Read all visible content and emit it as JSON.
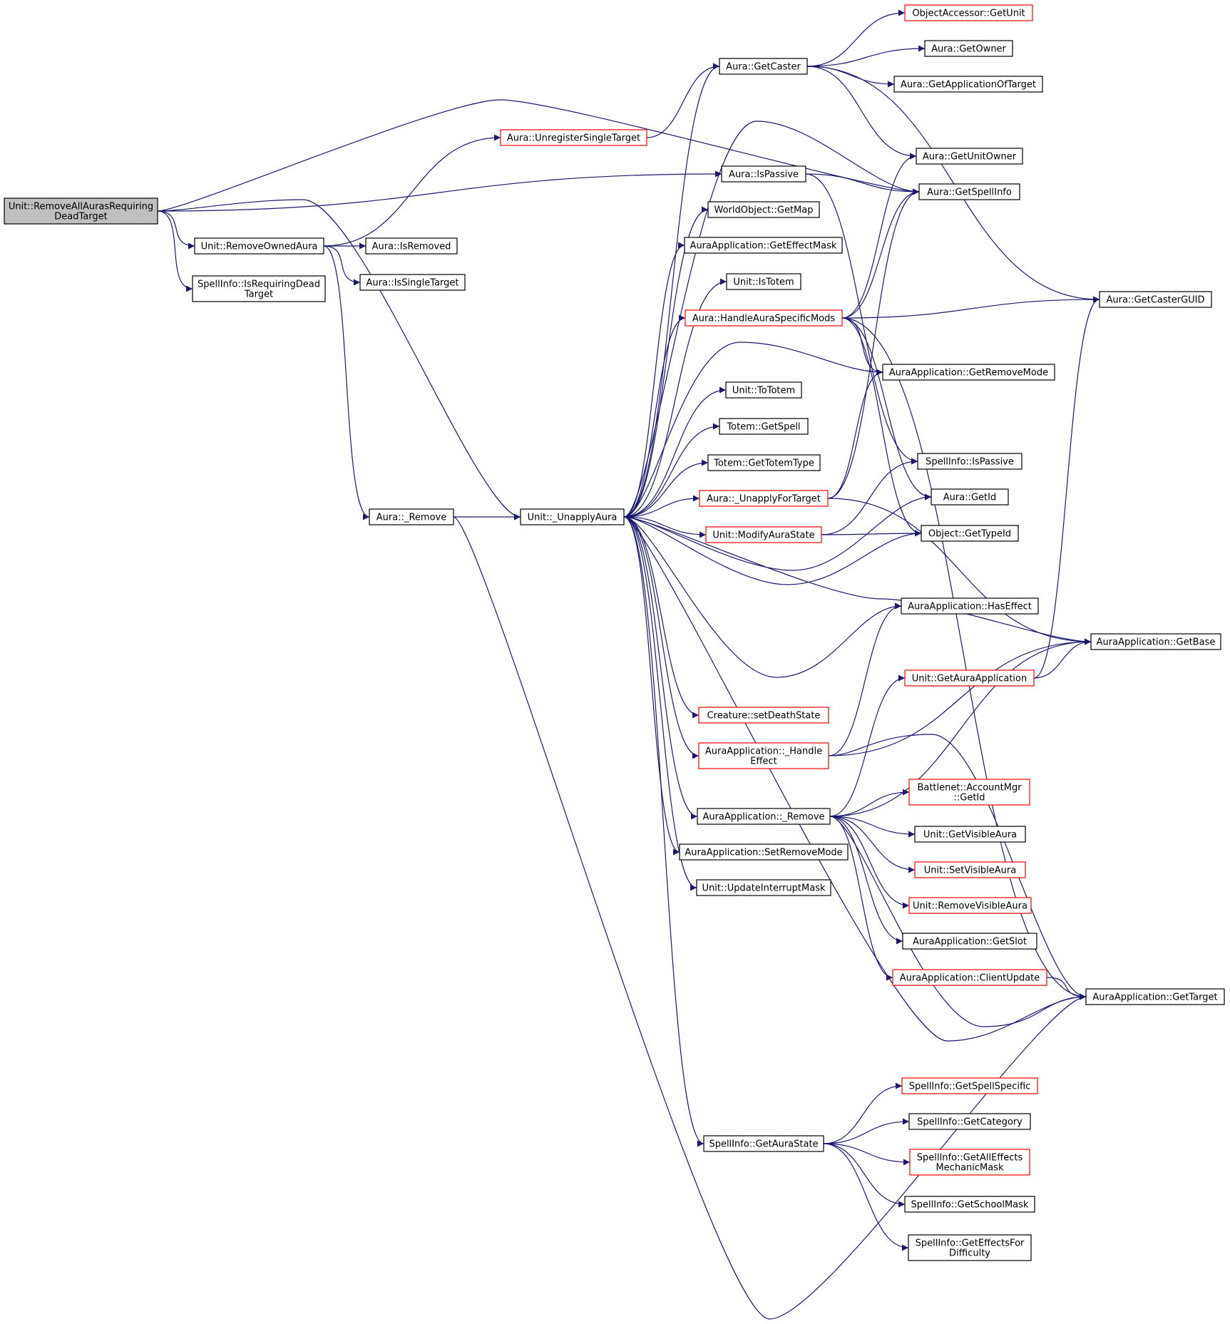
{
  "colors": {
    "edge": "#191970",
    "border": "#000000",
    "red_border": "#ff0000",
    "root_fill": "#bfbfbf",
    "fill": "#ffffff"
  },
  "nodes": [
    {
      "id": "root",
      "lines": [
        "Unit::RemoveAllAurasRequiring",
        "DeadTarget"
      ],
      "style": "root"
    },
    {
      "id": "removeOwnedAura",
      "lines": [
        "Unit::RemoveOwnedAura"
      ],
      "style": "normal"
    },
    {
      "id": "isRequiringDeadTarget",
      "lines": [
        "SpellInfo::IsRequiringDead",
        "Target"
      ],
      "style": "normal"
    },
    {
      "id": "unregisterSingleTarget",
      "lines": [
        "Aura::UnregisterSingleTarget"
      ],
      "style": "red"
    },
    {
      "id": "isRemoved",
      "lines": [
        "Aura::IsRemoved"
      ],
      "style": "normal"
    },
    {
      "id": "isSingleTarget",
      "lines": [
        "Aura::IsSingleTarget"
      ],
      "style": "normal"
    },
    {
      "id": "auraRemove",
      "lines": [
        "Aura::_Remove"
      ],
      "style": "normal"
    },
    {
      "id": "unapplyAura",
      "lines": [
        "Unit::_UnapplyAura"
      ],
      "style": "normal"
    },
    {
      "id": "getCaster",
      "lines": [
        "Aura::GetCaster"
      ],
      "style": "normal"
    },
    {
      "id": "isPassive",
      "lines": [
        "Aura::IsPassive"
      ],
      "style": "normal"
    },
    {
      "id": "getMap",
      "lines": [
        "WorldObject::GetMap"
      ],
      "style": "normal"
    },
    {
      "id": "getEffectMask",
      "lines": [
        "AuraApplication::GetEffectMask"
      ],
      "style": "normal"
    },
    {
      "id": "isTotem",
      "lines": [
        "Unit::IsTotem"
      ],
      "style": "normal"
    },
    {
      "id": "handleAuraSpecificMods",
      "lines": [
        "Aura::HandleAuraSpecificMods"
      ],
      "style": "red"
    },
    {
      "id": "toTotem",
      "lines": [
        "Unit::ToTotem"
      ],
      "style": "normal"
    },
    {
      "id": "totemGetSpell",
      "lines": [
        "Totem::GetSpell"
      ],
      "style": "normal"
    },
    {
      "id": "getTotemType",
      "lines": [
        "Totem::GetTotemType"
      ],
      "style": "normal"
    },
    {
      "id": "unapplyForTarget",
      "lines": [
        "Aura::_UnapplyForTarget"
      ],
      "style": "red"
    },
    {
      "id": "modifyAuraState",
      "lines": [
        "Unit::ModifyAuraState"
      ],
      "style": "red"
    },
    {
      "id": "setDeathState",
      "lines": [
        "Creature::setDeathState"
      ],
      "style": "red"
    },
    {
      "id": "handleEffect",
      "lines": [
        "AuraApplication::_Handle",
        "Effect"
      ],
      "style": "red"
    },
    {
      "id": "appRemove",
      "lines": [
        "AuraApplication::_Remove"
      ],
      "style": "normal"
    },
    {
      "id": "setRemoveMode",
      "lines": [
        "AuraApplication::SetRemoveMode"
      ],
      "style": "normal"
    },
    {
      "id": "updateInterruptMask",
      "lines": [
        "Unit::UpdateInterruptMask"
      ],
      "style": "normal"
    },
    {
      "id": "getAuraState",
      "lines": [
        "SpellInfo::GetAuraState"
      ],
      "style": "normal"
    },
    {
      "id": "objGetUnit",
      "lines": [
        "ObjectAccessor::GetUnit"
      ],
      "style": "red"
    },
    {
      "id": "getOwner",
      "lines": [
        "Aura::GetOwner"
      ],
      "style": "normal"
    },
    {
      "id": "getApplicationOfTarget",
      "lines": [
        "Aura::GetApplicationOfTarget"
      ],
      "style": "normal"
    },
    {
      "id": "getUnitOwner",
      "lines": [
        "Aura::GetUnitOwner"
      ],
      "style": "normal"
    },
    {
      "id": "getSpellInfo",
      "lines": [
        "Aura::GetSpellInfo"
      ],
      "style": "normal"
    },
    {
      "id": "getRemoveMode",
      "lines": [
        "AuraApplication::GetRemoveMode"
      ],
      "style": "normal"
    },
    {
      "id": "spellIsPassive",
      "lines": [
        "SpellInfo::IsPassive"
      ],
      "style": "normal"
    },
    {
      "id": "auraGetId",
      "lines": [
        "Aura::GetId"
      ],
      "style": "normal"
    },
    {
      "id": "getTypeId",
      "lines": [
        "Object::GetTypeId"
      ],
      "style": "normal"
    },
    {
      "id": "hasEffect",
      "lines": [
        "AuraApplication::HasEffect"
      ],
      "style": "normal"
    },
    {
      "id": "getAuraApplication",
      "lines": [
        "Unit::GetAuraApplication"
      ],
      "style": "red"
    },
    {
      "id": "accountMgrGetId",
      "lines": [
        "Battlenet::AccountMgr",
        "::GetId"
      ],
      "style": "red"
    },
    {
      "id": "getVisibleAura",
      "lines": [
        "Unit::GetVisibleAura"
      ],
      "style": "normal"
    },
    {
      "id": "setVisibleAura",
      "lines": [
        "Unit::SetVisibleAura"
      ],
      "style": "red"
    },
    {
      "id": "removeVisibleAura",
      "lines": [
        "Unit::RemoveVisibleAura"
      ],
      "style": "red"
    },
    {
      "id": "getSlot",
      "lines": [
        "AuraApplication::GetSlot"
      ],
      "style": "normal"
    },
    {
      "id": "clientUpdate",
      "lines": [
        "AuraApplication::ClientUpdate"
      ],
      "style": "red"
    },
    {
      "id": "getSpellSpecific",
      "lines": [
        "SpellInfo::GetSpellSpecific"
      ],
      "style": "red"
    },
    {
      "id": "getCategory",
      "lines": [
        "SpellInfo::GetCategory"
      ],
      "style": "normal"
    },
    {
      "id": "getAllEffectsMechanicMask",
      "lines": [
        "SpellInfo::GetAllEffects",
        "MechanicMask"
      ],
      "style": "red"
    },
    {
      "id": "getSchoolMask",
      "lines": [
        "SpellInfo::GetSchoolMask"
      ],
      "style": "normal"
    },
    {
      "id": "getEffectsForDifficulty",
      "lines": [
        "SpellInfo::GetEffectsFor",
        "Difficulty"
      ],
      "style": "normal"
    },
    {
      "id": "getCasterGUID",
      "lines": [
        "Aura::GetCasterGUID"
      ],
      "style": "normal"
    },
    {
      "id": "getBase",
      "lines": [
        "AuraApplication::GetBase"
      ],
      "style": "normal"
    },
    {
      "id": "getTarget",
      "lines": [
        "AuraApplication::GetTarget"
      ],
      "style": "normal"
    }
  ],
  "edges": [
    [
      "root",
      "removeOwnedAura"
    ],
    [
      "root",
      "isRequiringDeadTarget"
    ],
    [
      "root",
      "isPassive"
    ],
    [
      "root",
      "getSpellInfo"
    ],
    [
      "root",
      "unapplyAura"
    ],
    [
      "removeOwnedAura",
      "unregisterSingleTarget"
    ],
    [
      "removeOwnedAura",
      "isRemoved"
    ],
    [
      "removeOwnedAura",
      "isSingleTarget"
    ],
    [
      "removeOwnedAura",
      "auraRemove"
    ],
    [
      "unregisterSingleTarget",
      "getCaster"
    ],
    [
      "auraRemove",
      "unapplyAura"
    ],
    [
      "auraRemove",
      "getTarget"
    ],
    [
      "unapplyAura",
      "getCaster"
    ],
    [
      "unapplyAura",
      "getSpellInfo"
    ],
    [
      "unapplyAura",
      "getMap"
    ],
    [
      "unapplyAura",
      "getEffectMask"
    ],
    [
      "unapplyAura",
      "isTotem"
    ],
    [
      "unapplyAura",
      "handleAuraSpecificMods"
    ],
    [
      "unapplyAura",
      "getRemoveMode"
    ],
    [
      "unapplyAura",
      "toTotem"
    ],
    [
      "unapplyAura",
      "totemGetSpell"
    ],
    [
      "unapplyAura",
      "getTotemType"
    ],
    [
      "unapplyAura",
      "unapplyForTarget"
    ],
    [
      "unapplyAura",
      "modifyAuraState"
    ],
    [
      "unapplyAura",
      "auraGetId"
    ],
    [
      "unapplyAura",
      "getTypeId"
    ],
    [
      "unapplyAura",
      "getBase"
    ],
    [
      "unapplyAura",
      "hasEffect"
    ],
    [
      "unapplyAura",
      "setDeathState"
    ],
    [
      "unapplyAura",
      "handleEffect"
    ],
    [
      "unapplyAura",
      "appRemove"
    ],
    [
      "unapplyAura",
      "setRemoveMode"
    ],
    [
      "unapplyAura",
      "updateInterruptMask"
    ],
    [
      "unapplyAura",
      "getTarget"
    ],
    [
      "unapplyAura",
      "getAuraState"
    ],
    [
      "getCaster",
      "objGetUnit"
    ],
    [
      "getCaster",
      "getOwner"
    ],
    [
      "getCaster",
      "getApplicationOfTarget"
    ],
    [
      "getCaster",
      "getUnitOwner"
    ],
    [
      "getCaster",
      "getCasterGUID"
    ],
    [
      "isPassive",
      "getSpellInfo"
    ],
    [
      "isPassive",
      "spellIsPassive"
    ],
    [
      "handleAuraSpecificMods",
      "getCasterGUID"
    ],
    [
      "handleAuraSpecificMods",
      "getUnitOwner"
    ],
    [
      "handleAuraSpecificMods",
      "getSpellInfo"
    ],
    [
      "handleAuraSpecificMods",
      "getRemoveMode"
    ],
    [
      "handleAuraSpecificMods",
      "auraGetId"
    ],
    [
      "handleAuraSpecificMods",
      "getTypeId"
    ],
    [
      "handleAuraSpecificMods",
      "getTarget"
    ],
    [
      "unapplyForTarget",
      "getSpellInfo"
    ],
    [
      "unapplyForTarget",
      "getRemoveMode"
    ],
    [
      "unapplyForTarget",
      "getBase"
    ],
    [
      "modifyAuraState",
      "spellIsPassive"
    ],
    [
      "modifyAuraState",
      "getTypeId"
    ],
    [
      "handleEffect",
      "hasEffect"
    ],
    [
      "handleEffect",
      "getBase"
    ],
    [
      "handleEffect",
      "getTarget"
    ],
    [
      "appRemove",
      "getAuraApplication"
    ],
    [
      "appRemove",
      "getBase"
    ],
    [
      "appRemove",
      "accountMgrGetId"
    ],
    [
      "appRemove",
      "getVisibleAura"
    ],
    [
      "appRemove",
      "setVisibleAura"
    ],
    [
      "appRemove",
      "removeVisibleAura"
    ],
    [
      "appRemove",
      "getSlot"
    ],
    [
      "appRemove",
      "clientUpdate"
    ],
    [
      "appRemove",
      "getTarget"
    ],
    [
      "getAuraApplication",
      "getCasterGUID"
    ],
    [
      "getAuraApplication",
      "getBase"
    ],
    [
      "clientUpdate",
      "getTarget"
    ],
    [
      "getAuraState",
      "getSpellSpecific"
    ],
    [
      "getAuraState",
      "getCategory"
    ],
    [
      "getAuraState",
      "getAllEffectsMechanicMask"
    ],
    [
      "getAuraState",
      "getSchoolMask"
    ],
    [
      "getAuraState",
      "getEffectsForDifficulty"
    ]
  ]
}
